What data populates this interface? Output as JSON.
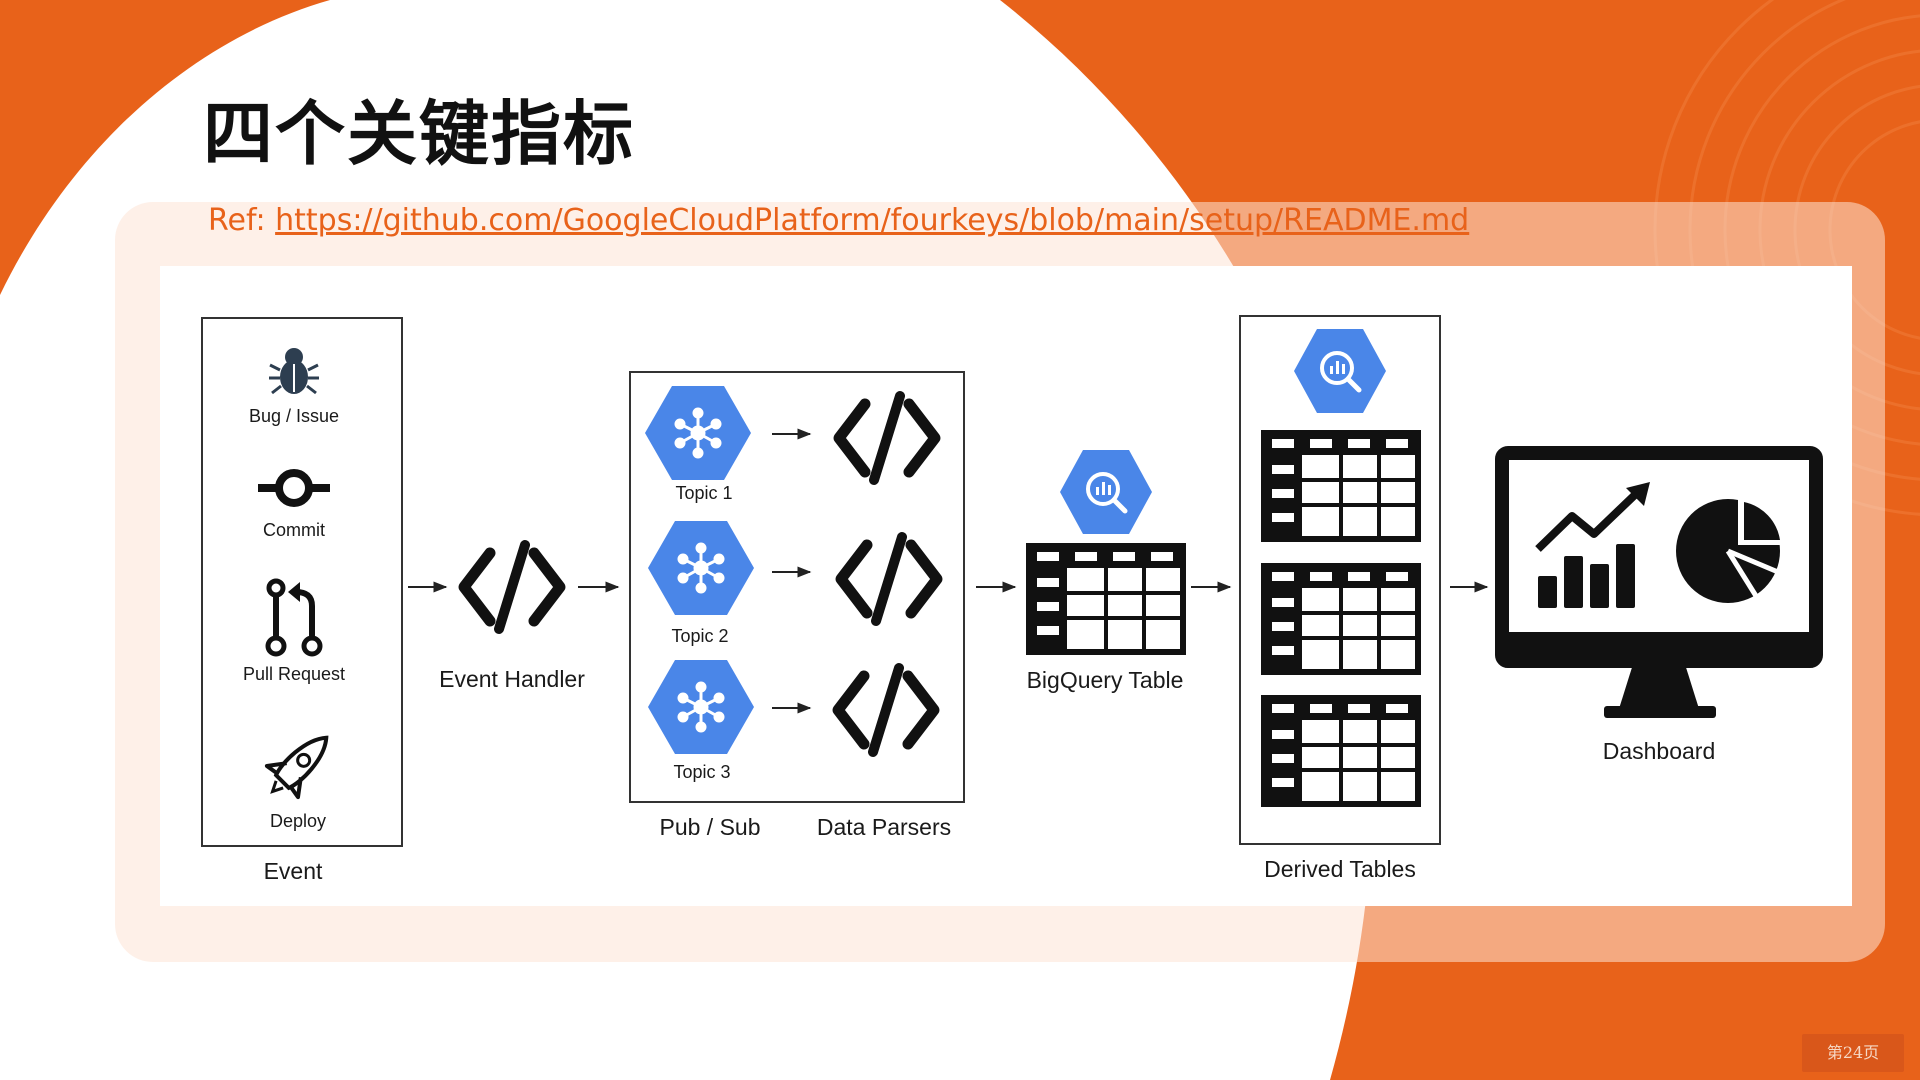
{
  "slide": {
    "title": "四个关键指标",
    "ref_prefix": "Ref:",
    "ref_link": "https://github.com/GoogleCloudPlatform/fourkeys/blob/main/setup/README.md",
    "page_number": "第24页",
    "colors": {
      "accent": "#E8621A",
      "accent_dark": "#D9571A",
      "gcp_blue": "#4285F4",
      "panel": "#FDE4D6"
    }
  },
  "diagram": {
    "events": {
      "items": [
        {
          "label": "Bug / Issue",
          "icon": "bug-icon"
        },
        {
          "label": "Commit",
          "icon": "commit-icon"
        },
        {
          "label": "Pull Request",
          "icon": "pull-request-icon"
        },
        {
          "label": "Deploy",
          "icon": "rocket-icon"
        }
      ],
      "caption": "Event"
    },
    "event_handler": {
      "label": "Event Handler",
      "icon": "code-icon"
    },
    "pubsub": {
      "topics": [
        {
          "label": "Topic 1",
          "icon": "pubsub-hexagon-icon"
        },
        {
          "label": "Topic 2",
          "icon": "pubsub-hexagon-icon"
        },
        {
          "label": "Topic 3",
          "icon": "pubsub-hexagon-icon"
        }
      ],
      "caption": "Pub / Sub",
      "parsers_caption": "Data Parsers",
      "parser_icon": "code-icon"
    },
    "bigquery": {
      "label": "BigQuery Table",
      "icon": "bigquery-hexagon-icon"
    },
    "derived": {
      "caption": "Derived Tables",
      "icon": "bigquery-hexagon-icon",
      "table_icon": "table-icon"
    },
    "dashboard": {
      "label": "Dashboard",
      "icon": "monitor-chart-icon"
    }
  }
}
